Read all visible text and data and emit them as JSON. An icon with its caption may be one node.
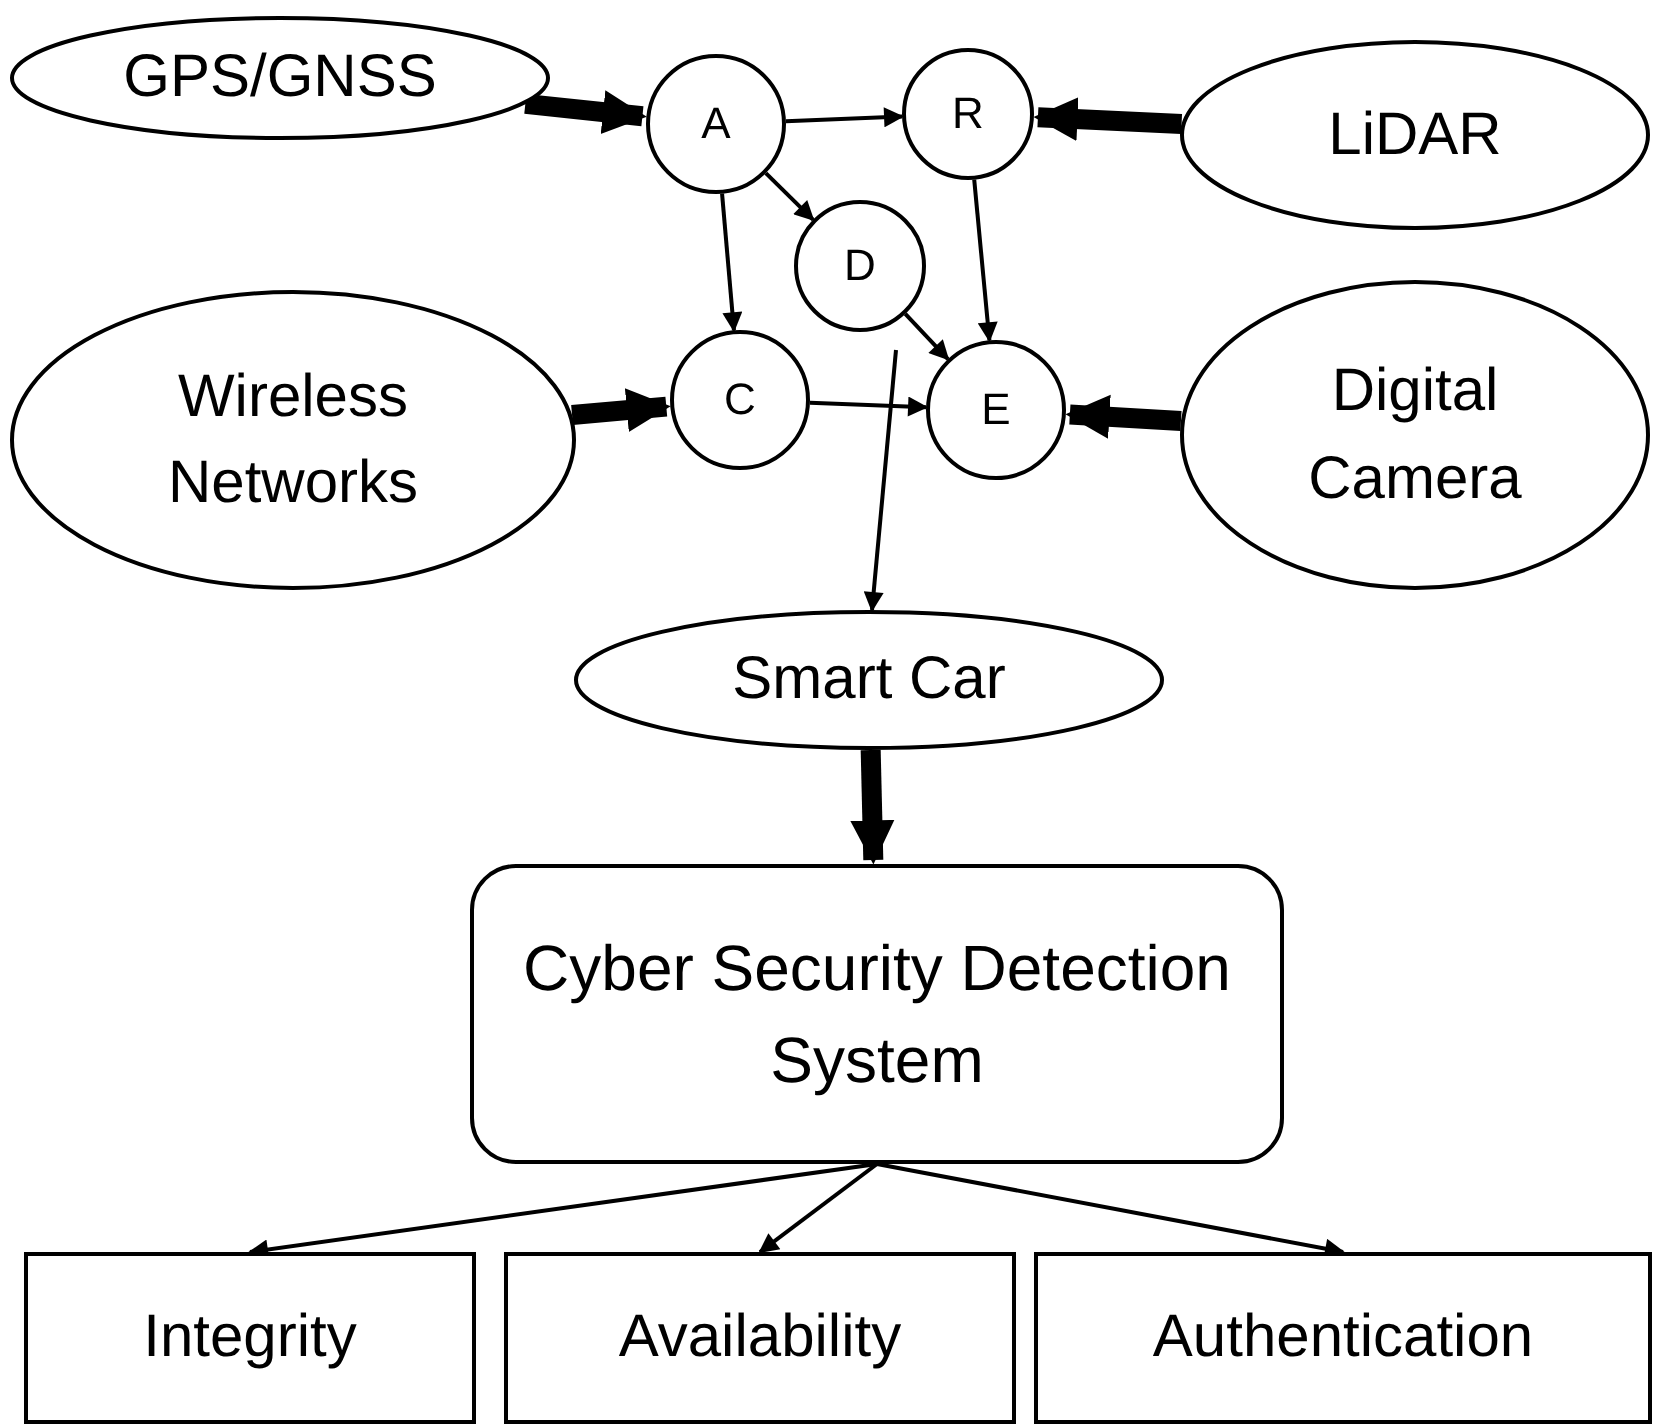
{
  "diagram": {
    "nodes": [
      {
        "text": [
          "GPS/GNSS"
        ]
      },
      {
        "text": [
          "A"
        ]
      },
      {
        "text": [
          "R"
        ]
      },
      {
        "text": [
          "LiDAR"
        ]
      },
      {
        "text": [
          "D"
        ]
      },
      {
        "text": [
          "Wireless Networks"
        ]
      },
      {
        "text": [
          "C"
        ]
      },
      {
        "text": [
          "E"
        ]
      },
      {
        "text": [
          "Digital Camera"
        ]
      },
      {
        "text": [
          "Smart Car"
        ]
      },
      {
        "text": [
          "Cyber Security Detection System"
        ]
      },
      {
        "text": [
          "Integrity"
        ]
      },
      {
        "text": [
          "Availability"
        ]
      },
      {
        "text": [
          "Authentication"
        ]
      }
    ],
    "edges": [
      {
        "from": 0,
        "to": 1,
        "arrow": "to",
        "style": "thick"
      },
      {
        "from": 3,
        "to": 2,
        "arrow": "to",
        "style": "thick"
      },
      {
        "from": 5,
        "to": 6,
        "arrow": "to",
        "style": "thick"
      },
      {
        "from": 8,
        "to": 7,
        "arrow": "to",
        "style": "thick"
      },
      {
        "from": 1,
        "to": 2,
        "arrow": "to"
      },
      {
        "from": 1,
        "to": 4,
        "arrow": "to"
      },
      {
        "from": 1,
        "to": 6,
        "arrow": "to"
      },
      {
        "from": 2,
        "to": 7,
        "arrow": "to"
      },
      {
        "from": 4,
        "to": 7,
        "arrow": "to"
      },
      {
        "from": 6,
        "to": 7,
        "arrow": "to"
      },
      {
        "from": null,
        "to": 9,
        "arrow": "to"
      },
      {
        "from": 9,
        "to": 10,
        "arrow": "to",
        "style": "thick"
      },
      {
        "from": 10,
        "to": 11,
        "arrow": "to"
      },
      {
        "from": 10,
        "to": 12,
        "arrow": "to"
      },
      {
        "from": 10,
        "to": 13,
        "arrow": "to"
      }
    ]
  }
}
